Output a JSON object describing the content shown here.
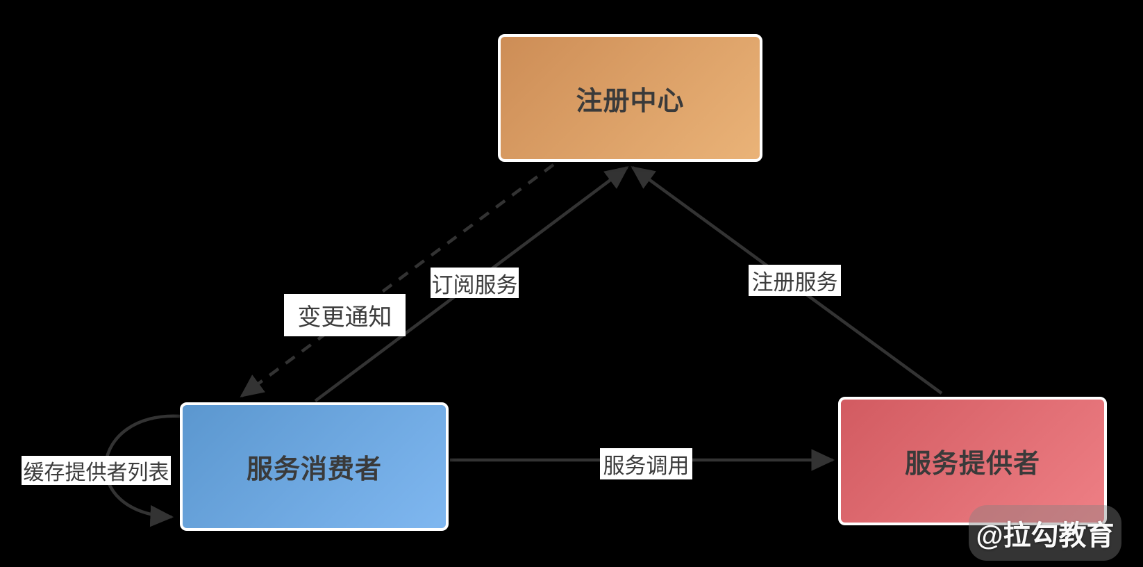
{
  "diagram": {
    "nodes": [
      {
        "id": "registry",
        "label": "注册中心",
        "color_from": "#cd8d56",
        "color_to": "#eab378"
      },
      {
        "id": "consumer",
        "label": "服务消费者",
        "color_from": "#5b97cf",
        "color_to": "#7fb7f0"
      },
      {
        "id": "provider",
        "label": "服务提供者",
        "color_from": "#d25b61",
        "color_to": "#ee7f85"
      }
    ],
    "edges": [
      {
        "id": "subscribe",
        "label": "订阅服务",
        "from": "consumer",
        "to": "registry",
        "style": "solid"
      },
      {
        "id": "notify",
        "label": "变更通知",
        "from": "registry",
        "to": "consumer",
        "style": "dashed"
      },
      {
        "id": "register",
        "label": "注册服务",
        "from": "provider",
        "to": "registry",
        "style": "solid"
      },
      {
        "id": "invoke",
        "label": "服务调用",
        "from": "consumer",
        "to": "provider",
        "style": "solid"
      },
      {
        "id": "cache",
        "label": "缓存提供者列表",
        "from": "consumer",
        "to": "consumer",
        "style": "solid"
      }
    ],
    "watermark": "@拉勾教育",
    "colors": {
      "background": "#000000",
      "arrow": "#333333",
      "label_bg": "#ffffff",
      "label_text": "#3c3c3c",
      "node_text": "#3a3a3a",
      "watermark_text": "#fafafa"
    }
  }
}
